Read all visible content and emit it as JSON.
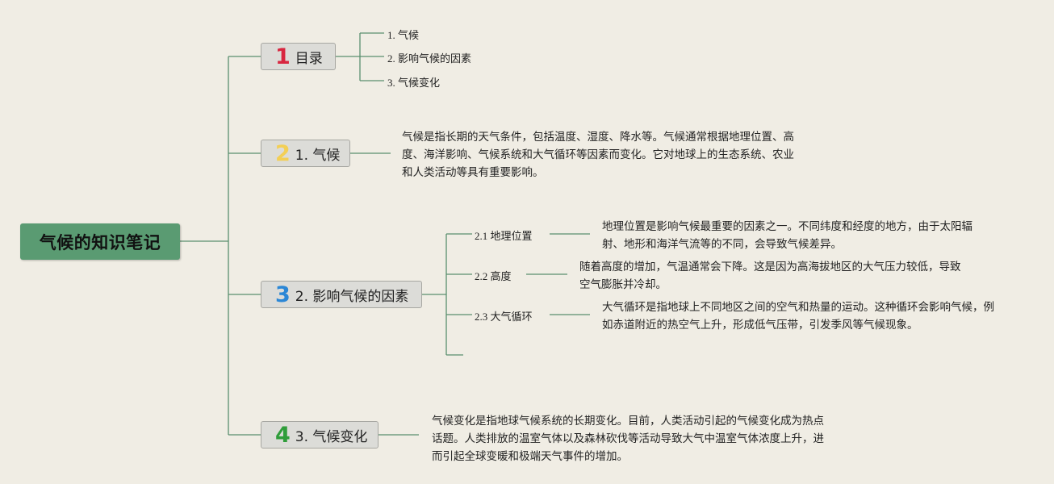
{
  "root": {
    "title": "气候的知识笔记"
  },
  "colors": {
    "root_bg": "#5a9b72",
    "line": "#5a8f6e",
    "topic_bg": "#dcdcd8",
    "num1": "#d8263f",
    "num2": "#f3cf55",
    "num3": "#2b87d6",
    "num4": "#2f9d3a"
  },
  "topics": [
    {
      "number": "1",
      "label": "目录",
      "children": [
        "1. 气候",
        "2. 影响气候的因素",
        "3. 气候变化"
      ]
    },
    {
      "number": "2",
      "label": "1. 气候",
      "note": "气候是指长期的天气条件，包括温度、湿度、降水等。气候通常根据地理位置、高度、海洋影响、气候系统和大气循环等因素而变化。它对地球上的生态系统、农业和人类活动等具有重要影响。"
    },
    {
      "number": "3",
      "label": "2. 影响气候的因素",
      "children": [
        {
          "label": "2.1 地理位置",
          "note": "地理位置是影响气候最重要的因素之一。不同纬度和经度的地方，由于太阳辐射、地形和海洋气流等的不同，会导致气候差异。"
        },
        {
          "label": "2.2 高度",
          "note": "随着高度的增加，气温通常会下降。这是因为高海拔地区的大气压力较低，导致空气膨胀并冷却。"
        },
        {
          "label": "2.3 大气循环",
          "note": "大气循环是指地球上不同地区之间的空气和热量的运动。这种循环会影响气候，例如赤道附近的热空气上升，形成低气压带，引发季风等气候现象。"
        }
      ]
    },
    {
      "number": "4",
      "label": "3. 气候变化",
      "note": "气候变化是指地球气候系统的长期变化。目前，人类活动引起的气候变化成为热点话题。人类排放的温室气体以及森林砍伐等活动导致大气中温室气体浓度上升，进而引起全球变暖和极端天气事件的增加。"
    }
  ]
}
